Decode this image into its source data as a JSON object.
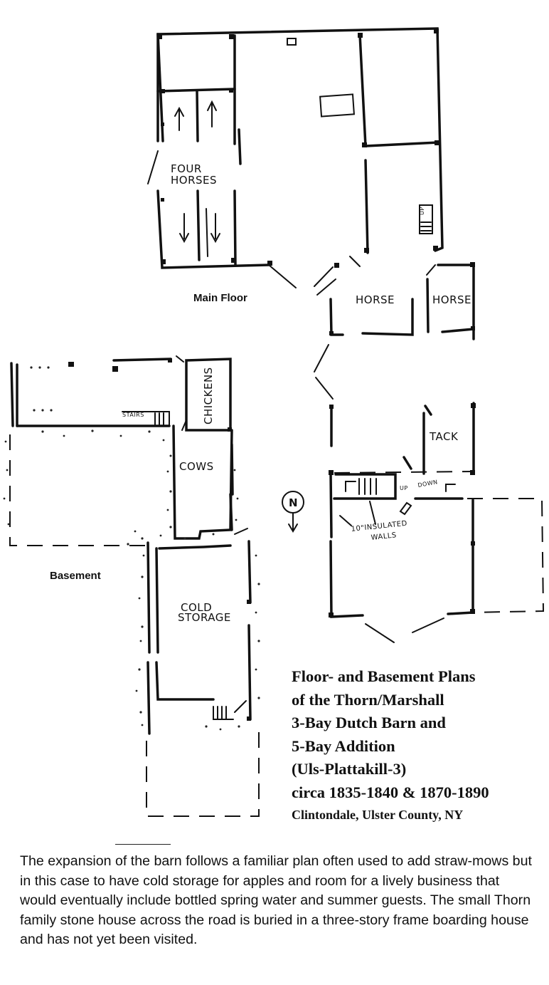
{
  "plan_labels": {
    "main_floor": "Main Floor",
    "basement": "Basement",
    "four_horses_line1": "FOUR",
    "four_horses_line2": "HORSES",
    "horse_1": "HORSE",
    "horse_2": "HORSE",
    "tack": "TACK",
    "chickens": "CHICKENS",
    "cows": "COWS",
    "cold_storage_line1": "COLD",
    "cold_storage_line2": "STORAGE",
    "stairs": "STAIRS",
    "up_1": "UP",
    "up_2": "UP",
    "down": "DOWN",
    "insulated_line1": "10\"INSULATED",
    "insulated_line2": "WALLS",
    "north": "N"
  },
  "caption": {
    "line1": "Floor- and Basement Plans",
    "line2": "of the Thorn/Marshall",
    "line3": "3-Bay Dutch Barn and",
    "line4": "5-Bay Addition",
    "line5": "(Uls-Plattakill-3)",
    "line6": "circa 1835-1840 & 1870-1890",
    "line7": "Clintondale, Ulster County, NY"
  },
  "description": "The expansion of the barn follows a familiar plan often used to add straw-mows but in this case to have cold storage for apples and room for a lively business that would eventually include bottled spring water and summer guests. The small Thorn family stone house across the road is buried in a three-story frame boarding house and has not yet been visited."
}
